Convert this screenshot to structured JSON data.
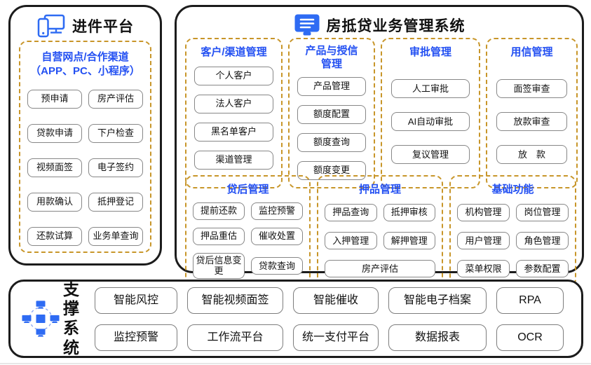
{
  "colors": {
    "heading_blue": "#2350F2",
    "icon_blue": "#2E6BF3",
    "dashed_gold": "#C8962A",
    "outline_black": "#1C1C1C",
    "chip_border_gray": "#878787"
  },
  "intake": {
    "title": "进件平台",
    "group": {
      "line1": "自营网点/合作渠道",
      "line2": "（APP、PC、小程序）",
      "buttons": [
        "预申请",
        "房产评估",
        "贷款申请",
        "下户检查",
        "视频面签",
        "电子签约",
        "用款确认",
        "抵押登记",
        "还款试算",
        "业务单查询"
      ]
    }
  },
  "management": {
    "title": "房抵贷业务管理系统",
    "modules": [
      {
        "title": "客户/渠道管理",
        "buttons": [
          "个人客户",
          "法人客户",
          "黑名单客户",
          "渠道管理"
        ]
      },
      {
        "title": "产品与授信管理",
        "buttons": [
          "产品管理",
          "额度配置",
          "额度查询",
          "额度变更"
        ]
      },
      {
        "title": "审批管理",
        "buttons": [
          "人工审批",
          "AI自动审批",
          "复议管理"
        ]
      },
      {
        "title": "用信管理",
        "buttons": [
          "面签审查",
          "放款审查",
          "放　款"
        ]
      },
      {
        "title": "贷后管理",
        "buttons": [
          "提前还款",
          "监控预警",
          "押品重估",
          "催收处置",
          "贷后信息变更",
          "贷款查询"
        ]
      },
      {
        "title": "押品管理",
        "buttons": [
          "押品查询",
          "抵押审核",
          "入押管理",
          "解押管理",
          "房产评估"
        ]
      },
      {
        "title": "基础功能",
        "buttons": [
          "机构管理",
          "岗位管理",
          "用户管理",
          "角色管理",
          "菜单权限",
          "参数配置"
        ]
      }
    ]
  },
  "support": {
    "title_line1": "支撑",
    "title_line2": "系统",
    "buttons": [
      "智能风控",
      "智能视频面签",
      "智能催收",
      "智能电子档案",
      "RPA",
      "监控预警",
      "工作流平台",
      "统一支付平台",
      "数据报表",
      "OCR"
    ]
  }
}
